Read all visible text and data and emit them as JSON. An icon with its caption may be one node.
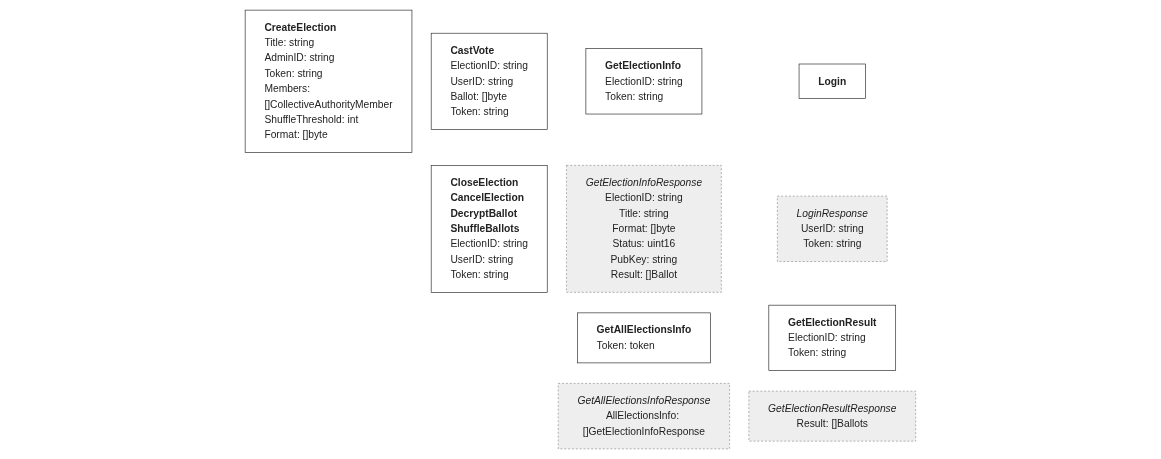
{
  "diagram": {
    "nodes": [
      {
        "text": [
          "CreateElection",
          "Title: string",
          "AdminID: string",
          "Token: string",
          "Members: []CollectiveAuthorityMember",
          "ShuffleThreshold: int",
          "Format: []byte"
        ]
      },
      {
        "text": [
          "CastVote",
          "ElectionID: string",
          "UserID: string",
          "Ballot: []byte",
          "Token: string"
        ]
      },
      {
        "text": [
          "CloseElection",
          "CancelElection",
          "DecryptBallot",
          "ShuffleBallots",
          "ElectionID: string",
          "UserID: string",
          "Token: string"
        ]
      },
      {
        "text": [
          "GetElectionInfo",
          "ElectionID: string",
          "Token: string"
        ]
      },
      {
        "text": [
          "GetElectionInfoResponse",
          "ElectionID: string",
          "Title: string",
          "Format: []byte",
          "Status: uint16",
          "PubKey: string",
          "Result: []Ballot"
        ]
      },
      {
        "text": [
          "GetAllElectionsInfo",
          "Token: token"
        ]
      },
      {
        "text": [
          "GetAllElectionsInfoResponse",
          "AllElectionsInfo: []GetElectionInfoResponse"
        ]
      },
      {
        "text": [
          "Login"
        ]
      },
      {
        "text": [
          "LoginResponse",
          "UserID: string",
          "Token: string"
        ]
      },
      {
        "text": [
          "GetElectionResult",
          "ElectionID: string",
          "Token: string"
        ]
      },
      {
        "text": [
          "GetElectionResultResponse",
          "Result: []Ballots"
        ]
      }
    ],
    "edges": []
  }
}
